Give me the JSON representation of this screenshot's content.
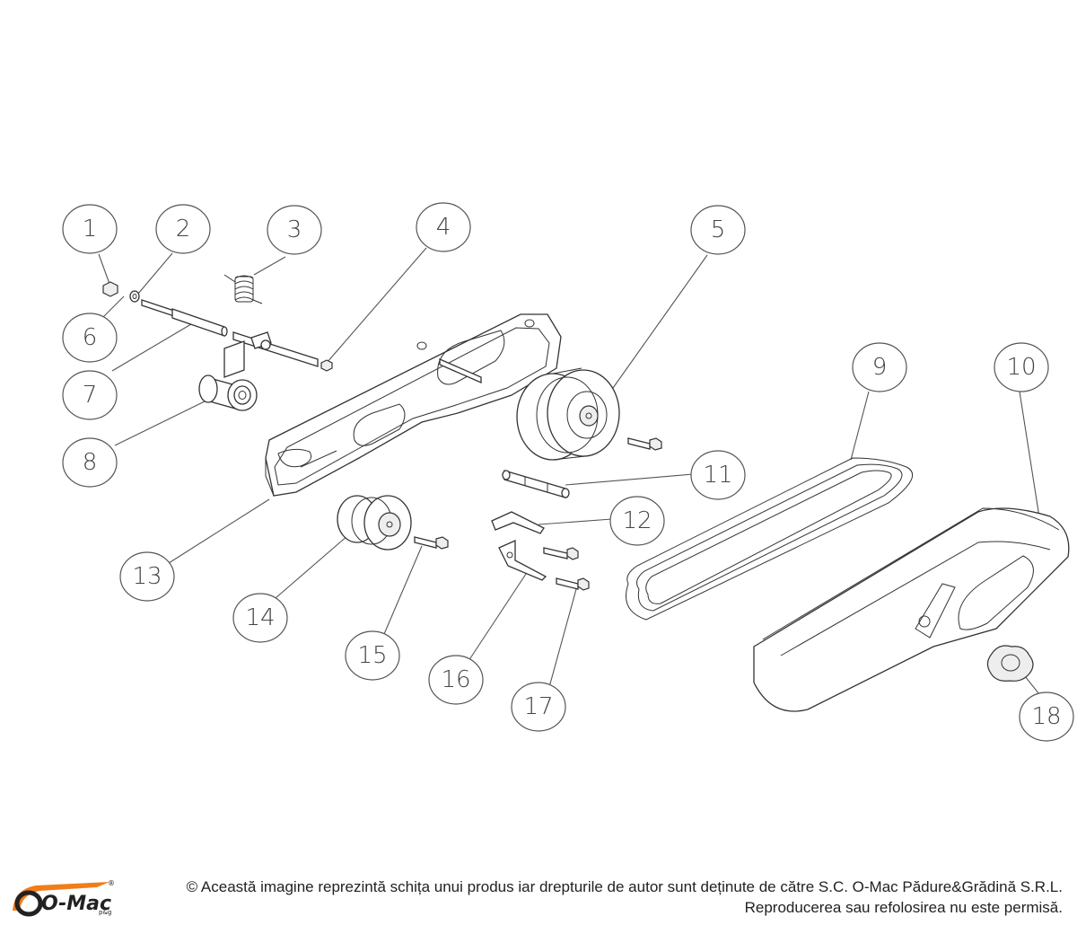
{
  "diagram": {
    "callouts": [
      "1",
      "2",
      "3",
      "4",
      "5",
      "6",
      "7",
      "8",
      "9",
      "10",
      "11",
      "12",
      "13",
      "14",
      "15",
      "16",
      "17",
      "18"
    ]
  },
  "footer": {
    "logo_text": "O-Mac",
    "logo_sub": "p&g",
    "logo_reg": "®",
    "copyright_line": "© Această imagine reprezintă schița unui produs iar drepturile de autor sunt deținute de către S.C. O-Mac Pădure&Grădină S.R.L.",
    "restriction_line": "Reproducerea sau refolosirea nu este permisă."
  },
  "colors": {
    "line": "#333333",
    "logo_orange": "#f07d1a",
    "logo_dark": "#222222"
  }
}
